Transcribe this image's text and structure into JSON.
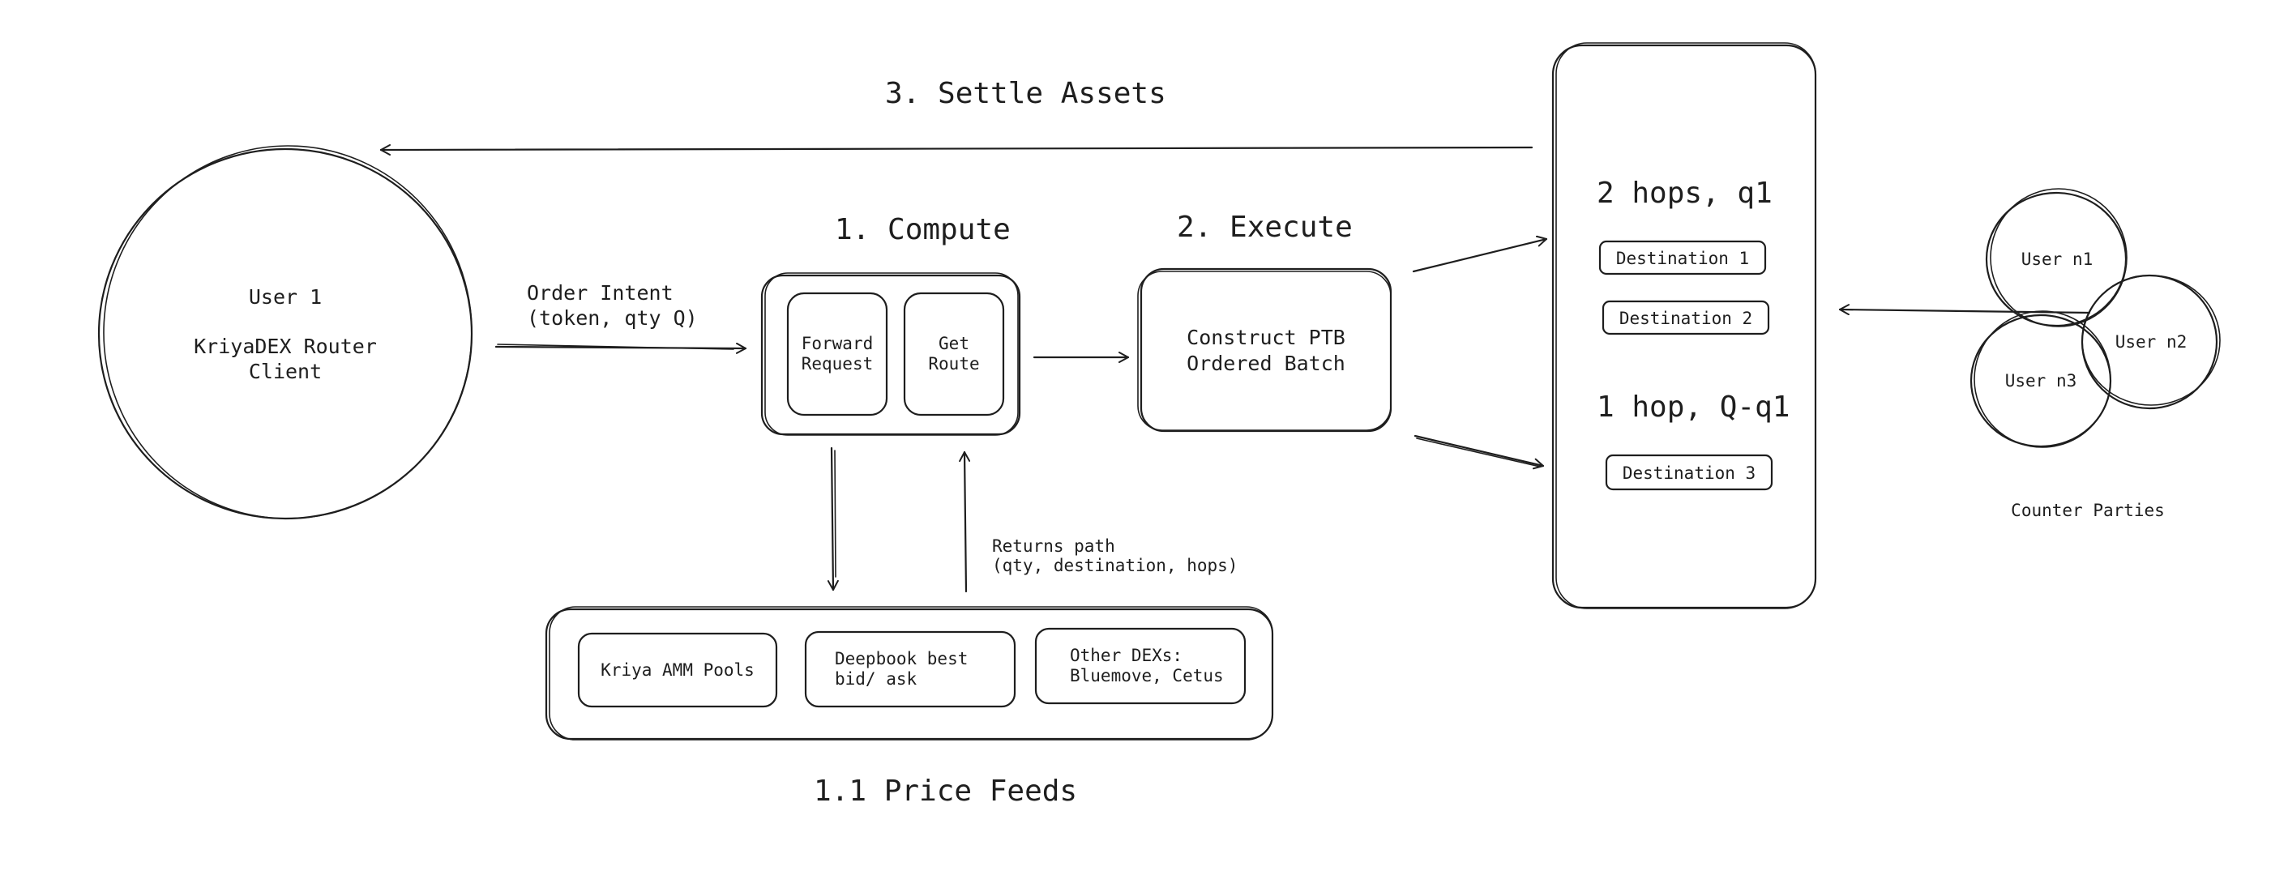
{
  "stages": {
    "settle": "3. Settle Assets",
    "compute": "1. Compute",
    "execute": "2. Execute",
    "price_feeds": "1.1 Price Feeds"
  },
  "client": {
    "line1": "User 1",
    "line2": "KriyaDEX Router",
    "line3": "Client"
  },
  "order_intent": {
    "line1": "Order Intent",
    "line2": "(token, qty Q)"
  },
  "compute_box": {
    "forward_line1": "Forward",
    "forward_line2": "Request",
    "route_line1": "Get",
    "route_line2": "Route"
  },
  "execute_box": {
    "line1": "Construct PTB",
    "line2": "Ordered Batch"
  },
  "returns_path": {
    "line1": "Returns path",
    "line2": "(qty, destination, hops)"
  },
  "feeds": {
    "kriya": "Kriya AMM Pools",
    "deepbook_line1": "Deepbook best",
    "deepbook_line2": "bid/ ask",
    "other_line1": "Other DEXs:",
    "other_line2": "Bluemove, Cetus"
  },
  "routes": {
    "group1_title": "2 hops, q1",
    "dest1": "Destination 1",
    "dest2": "Destination 2",
    "group2_title": "1 hop, Q-q1",
    "dest3": "Destination 3"
  },
  "counterparties": {
    "n1": "User n1",
    "n2": "User n2",
    "n3": "User n3",
    "caption": "Counter Parties"
  }
}
